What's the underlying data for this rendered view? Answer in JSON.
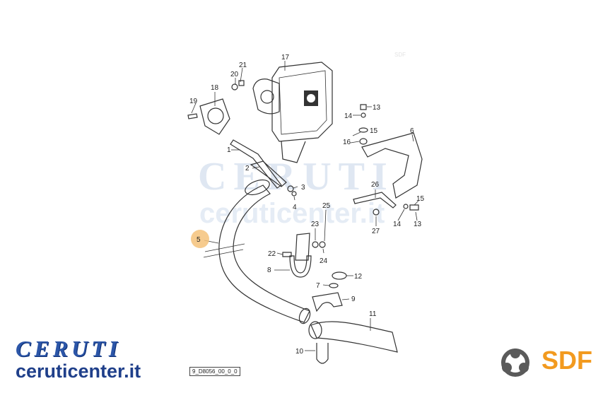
{
  "watermark": {
    "brand": "CERUTI",
    "url": "ceruticenter.it",
    "sdf_tag": "SDF"
  },
  "branding": {
    "ceruti_logo_text": "CERUTI",
    "ceruti_url": "ceruticenter.it",
    "sdf_logo_text": "SDF",
    "ceruti_color": "#2c56a8",
    "sdf_color": "#f29a1f"
  },
  "diagram": {
    "reference_code": "9_D8056_00_0_0",
    "highlight_color": "#f5c27a",
    "callouts": [
      {
        "label": "1"
      },
      {
        "label": "2"
      },
      {
        "label": "3"
      },
      {
        "label": "4"
      },
      {
        "label": "5"
      },
      {
        "label": "6"
      },
      {
        "label": "7"
      },
      {
        "label": "8"
      },
      {
        "label": "9"
      },
      {
        "label": "10"
      },
      {
        "label": "11"
      },
      {
        "label": "12"
      },
      {
        "label": "13"
      },
      {
        "label": "14"
      },
      {
        "label": "15"
      },
      {
        "label": "16"
      },
      {
        "label": "17"
      },
      {
        "label": "18"
      },
      {
        "label": "19"
      },
      {
        "label": "20"
      },
      {
        "label": "21"
      },
      {
        "label": "22"
      },
      {
        "label": "23"
      },
      {
        "label": "24"
      },
      {
        "label": "25"
      },
      {
        "label": "26"
      },
      {
        "label": "27"
      },
      {
        "label": "13"
      },
      {
        "label": "14"
      },
      {
        "label": "15"
      }
    ]
  }
}
